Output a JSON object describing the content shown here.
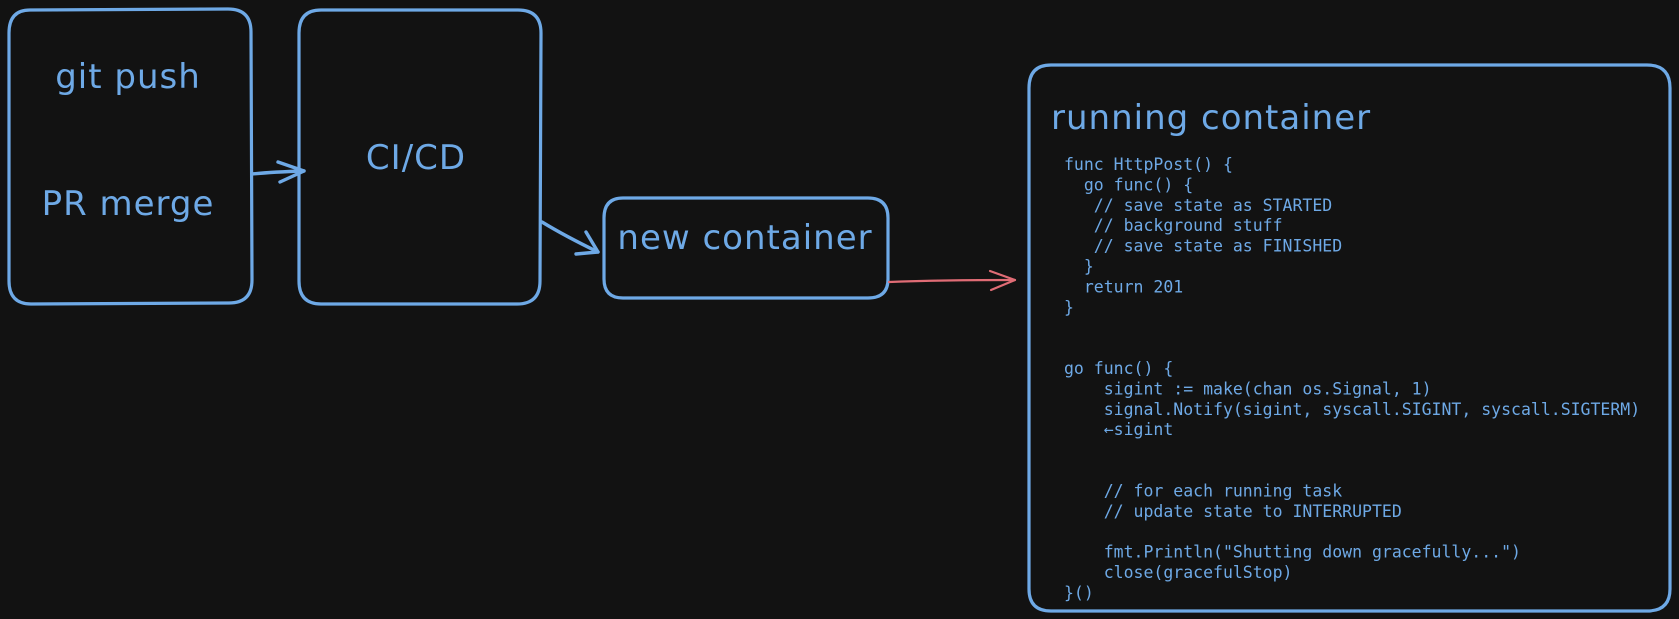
{
  "source": {
    "line1": "git push",
    "line2": "PR merge"
  },
  "cicd": {
    "label": "CI/CD"
  },
  "new_container": {
    "label": "new container"
  },
  "running_container": {
    "title": "running container",
    "code": [
      "func HttpPost() {",
      "  go func() {",
      "   // save state as STARTED",
      "   // background stuff",
      "   // save state as FINISHED",
      "  }",
      "  return 201",
      "}",
      "",
      "",
      "go func() {",
      "    sigint := make(chan os.Signal, 1)",
      "    signal.Notify(sigint, syscall.SIGINT, syscall.SIGTERM)",
      "    ←sigint",
      "",
      "",
      "    // for each running task",
      "    // update state to INTERRUPTED",
      "",
      "    fmt.Println(\"Shutting down gracefully...\")",
      "    close(gracefulStop)",
      "}()"
    ]
  },
  "colors": {
    "stroke": "#6ea9e6",
    "arrow_accent": "#e06c75",
    "background": "#121212"
  }
}
